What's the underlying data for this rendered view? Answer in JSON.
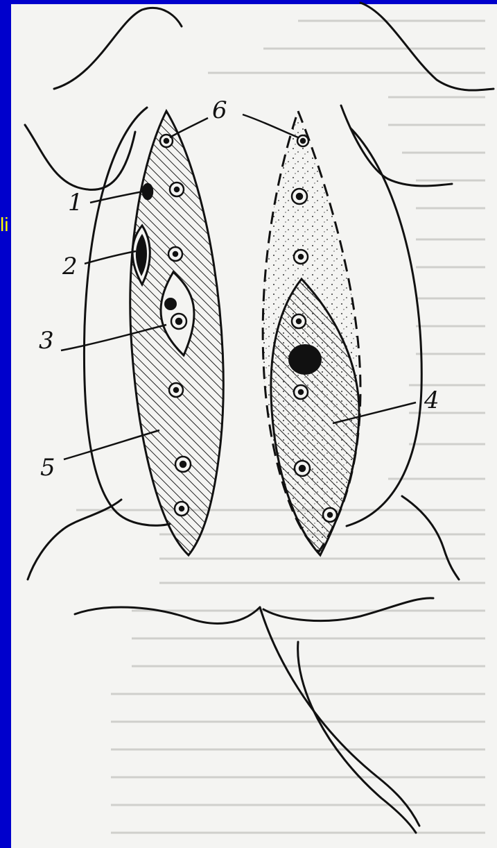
{
  "slide": {
    "fragment_text": "li",
    "colors": {
      "background": "#0000cc",
      "paper": "#f4f4f2",
      "ink": "#111111",
      "fragment": "#ffff00"
    }
  },
  "diagram": {
    "labels": {
      "l1": "1",
      "l2": "2",
      "l3": "3",
      "l4": "4",
      "l5": "5",
      "l6": "6"
    }
  }
}
